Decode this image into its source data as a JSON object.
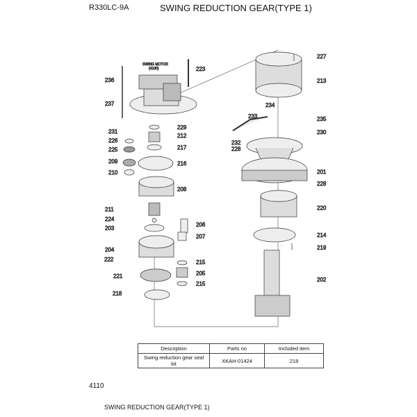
{
  "header": {
    "model": "R330LC-9A",
    "title": "SWING REDUCTION GEAR(TYPE 1)"
  },
  "diagram": {
    "motor_label": "SWING MOTOR",
    "motor_ref": "(4100)",
    "callouts": [
      "236",
      "237",
      "223",
      "229",
      "231",
      "212",
      "226",
      "217",
      "225",
      "209",
      "216",
      "210",
      "208",
      "211",
      "224",
      "203",
      "206",
      "207",
      "204",
      "222",
      "215",
      "221",
      "205",
      "215",
      "218",
      "227",
      "213",
      "234",
      "233",
      "235",
      "230",
      "232",
      "228",
      "201",
      "228",
      "220",
      "214",
      "219",
      "202"
    ]
  },
  "table": {
    "headers": [
      "Description",
      "Parts no",
      "Included item"
    ],
    "rows": [
      [
        "Swing reduction gear seal kit",
        "XKAH-01424",
        "218"
      ]
    ]
  },
  "footer": {
    "page_number": "4110",
    "section": "SWING REDUCTION GEAR(TYPE 1)"
  }
}
